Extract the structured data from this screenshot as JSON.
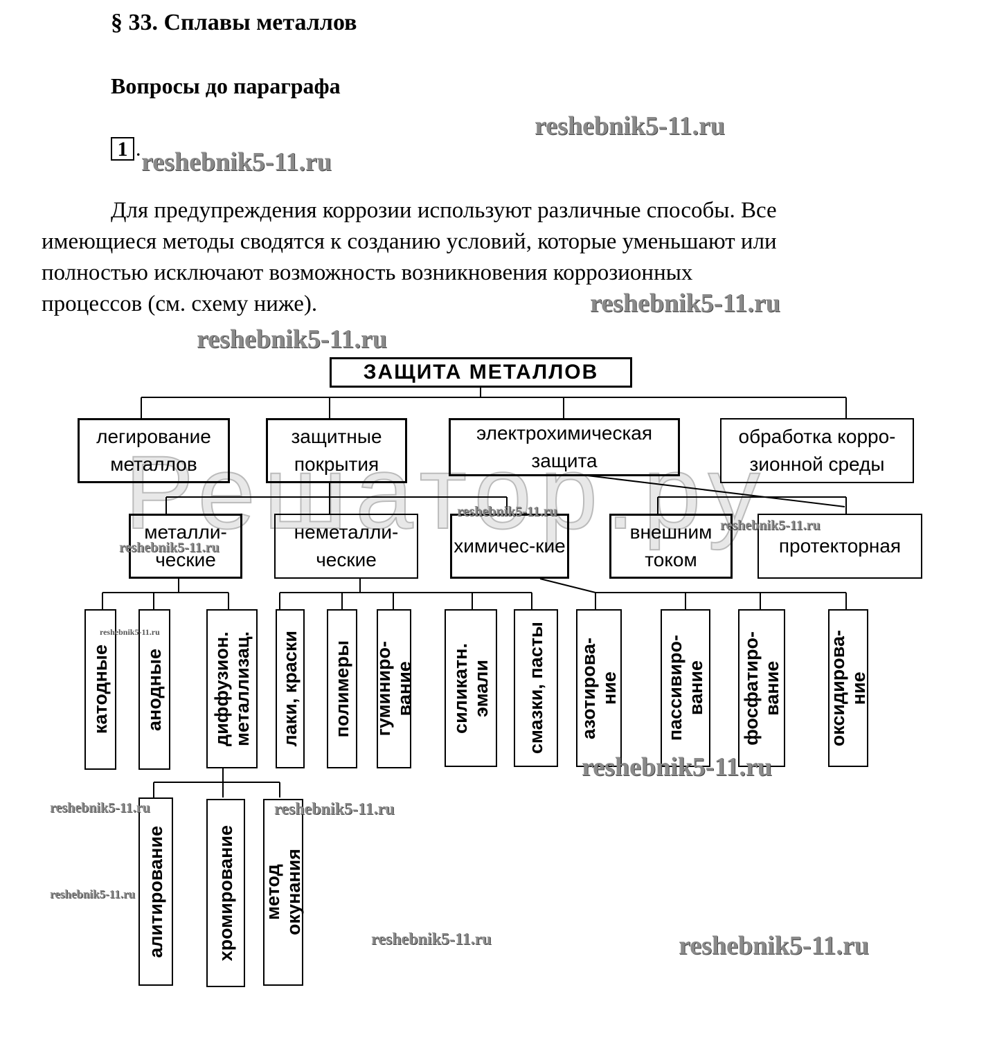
{
  "header": {
    "section_title": "§ 33. Сплавы металлов",
    "subtitle": "Вопросы до параграфа",
    "question_number": "1",
    "question_dot": "."
  },
  "paragraph": {
    "lines": [
      "Для предупреждения коррозии используют различные способы. Все",
      "имеющиеся методы сводятся к созданию условий,  которые уменьшают  или",
      "полностью  исключают  возможность возникновения коррозионных",
      "процессов (см. схему ниже)."
    ]
  },
  "watermarks": {
    "text": "reshebnik5-11.ru",
    "bg_text": "Решатор.ру"
  },
  "diagram": {
    "root": "ЗАЩИТА  МЕТАЛЛОВ",
    "level1": [
      "легирование металлов",
      "защитные покрытия",
      "электрохимическая защита",
      "обработка корро-зионной среды"
    ],
    "level2": [
      "металли-ческие",
      "неметалли-ческие",
      "химичес-кие",
      "внешним током",
      "протекторная"
    ],
    "level3": [
      "катодные",
      "анодные",
      "диффузион.\nметаллизац.",
      "лаки, краски",
      "полимеры",
      "гуминиро-\nвание",
      "силикатн.\nэмали",
      "смазки, пасты",
      "азотирова-\nние",
      "пассивиро-\nвание",
      "фосфатиро-\nвание",
      "оксидирова-\nние"
    ],
    "level4": [
      "алитирование",
      "хромирование",
      "метод\nокунания"
    ]
  }
}
